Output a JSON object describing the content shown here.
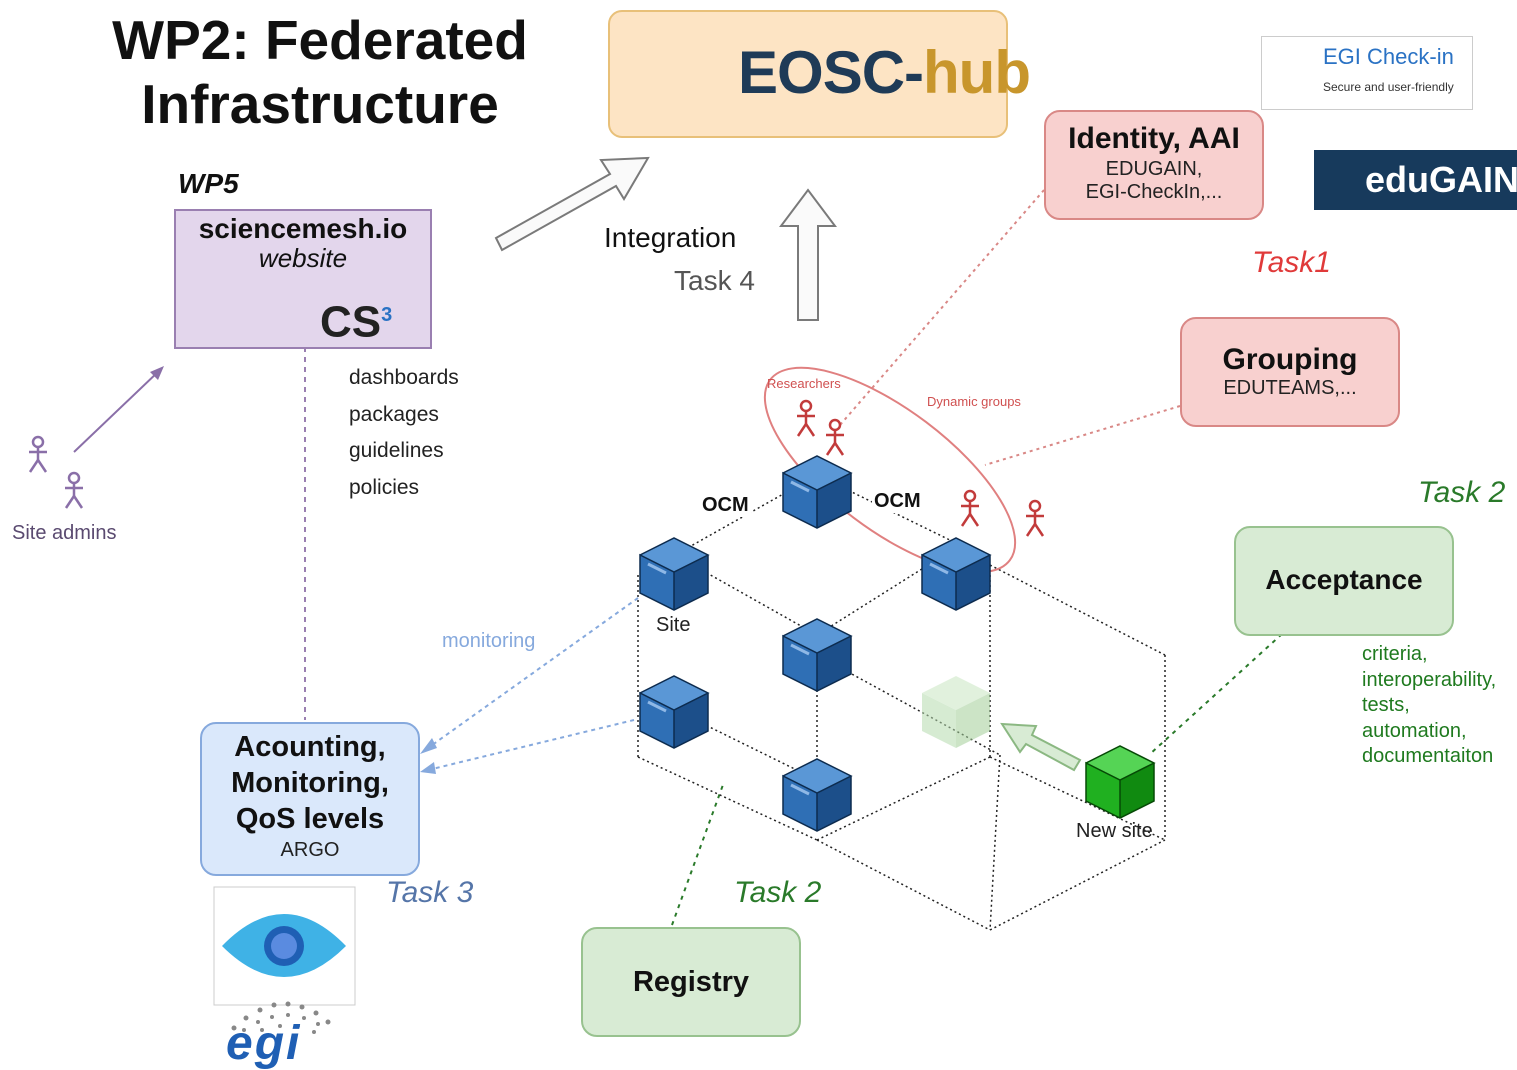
{
  "title": {
    "line1": "WP2: Federated",
    "line2": "Infrastructure"
  },
  "eosc": {
    "word_a": "EOSC-",
    "word_b": "hub"
  },
  "egi_checkin": {
    "title": "EGI Check-in",
    "subtitle": "Secure and user-friendly"
  },
  "edugain": {
    "logo_text": "eduGAIN"
  },
  "wp5": {
    "label": "WP5",
    "title": "sciencemesh.io",
    "subtitle": "website",
    "cs3_text": "CS",
    "cs3_sup": "3"
  },
  "wp5_items": [
    "dashboards",
    "packages",
    "guidelines",
    "policies"
  ],
  "site_admins": "Site admins",
  "integration": {
    "label": "Integration",
    "task": "Task 4"
  },
  "identity": {
    "title": "Identity, AAI",
    "line1": "EDUGAIN,",
    "line2": "EGI-CheckIn,..."
  },
  "task1": "Task1",
  "grouping": {
    "title": "Grouping",
    "line1": "EDUTEAMS,..."
  },
  "researchers": "Researchers",
  "dynamic_groups": "Dynamic groups",
  "task2_right": "Task 2",
  "acceptance": {
    "title": "Acceptance"
  },
  "acceptance_items": [
    "criteria,",
    "interoperability,",
    "tests,",
    "automation,",
    "documentaiton"
  ],
  "ocm_left": "OCM",
  "ocm_right": "OCM",
  "site": "Site",
  "monitoring": "monitoring",
  "new_site": "New site",
  "accounting": {
    "line1": "Acounting,",
    "line2": "Monitoring,",
    "line3": "QoS levels",
    "line4": "ARGO"
  },
  "task3": "Task 3",
  "task2_bottom": "Task 2",
  "registry": {
    "title": "Registry"
  },
  "egi_logo_text": "egi",
  "colors": {
    "eosc_bg": "#fde4c4",
    "eosc_navy": "#1f3b57",
    "eosc_gold": "#c8962c",
    "red_box": "#f8d0cf",
    "green_box": "#d8ebd4",
    "blue_box": "#dae8fb",
    "purple_box": "#e3d6ec",
    "cube_blue": "#2f6fb5",
    "cube_green": "#1ea81e"
  },
  "icons": [
    "eosc-logo-icon",
    "egi-checkin-icon",
    "edugain-icon",
    "globe-icon",
    "cs3-cloud-icon",
    "person-icon",
    "cube-icon",
    "egi-eye-icon",
    "arrow-icon"
  ]
}
